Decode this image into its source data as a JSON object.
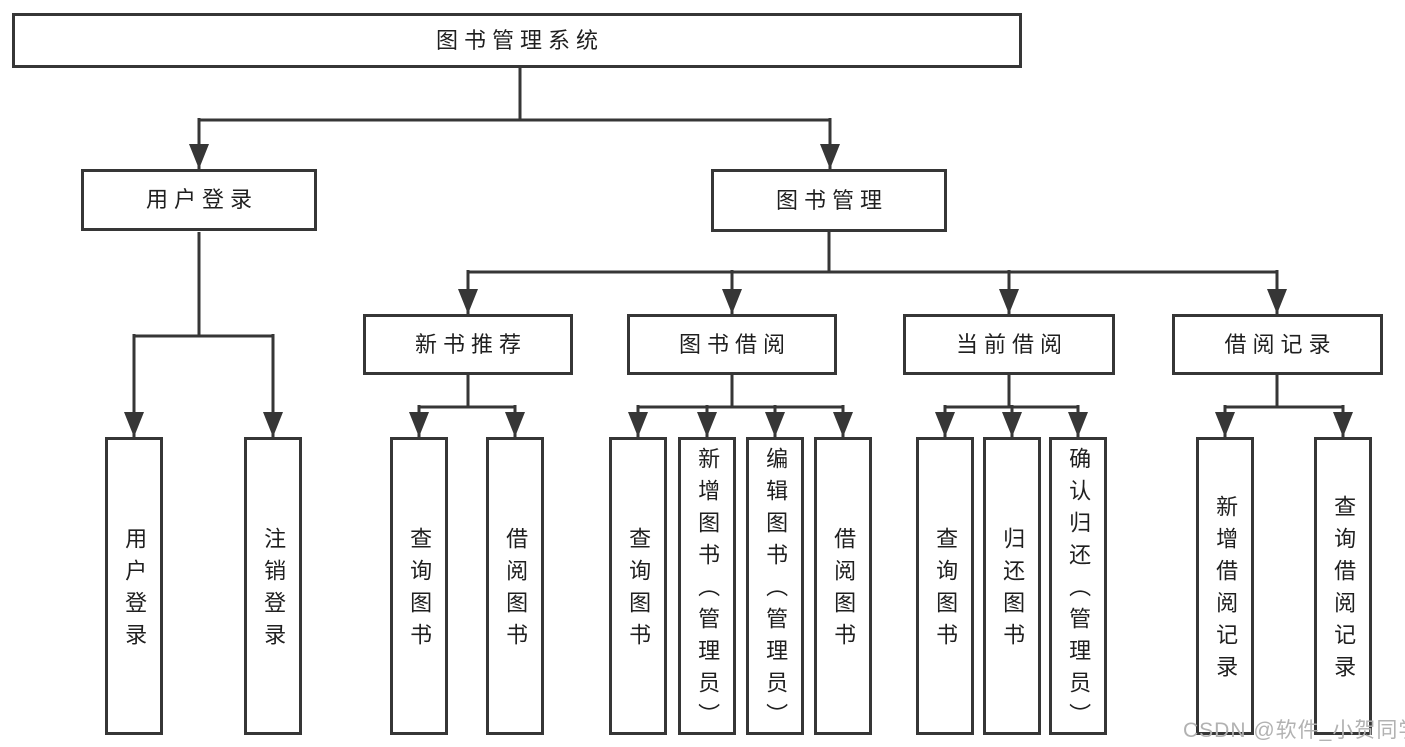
{
  "diagram": {
    "root": {
      "label": "图书管理系统"
    },
    "level2": [
      {
        "label": "用户登录"
      },
      {
        "label": "图书管理"
      }
    ],
    "level3": [
      {
        "label": "新书推荐"
      },
      {
        "label": "图书借阅"
      },
      {
        "label": "当前借阅"
      },
      {
        "label": "借阅记录"
      }
    ],
    "leaves": {
      "user_login": [
        "用户登录",
        "注销登录"
      ],
      "new_book_recommendation": [
        "查询图书",
        "借阅图书"
      ],
      "book_borrowing": [
        "查询图书",
        "新增图书（管理员）",
        "编辑图书（管理员）",
        "借阅图书"
      ],
      "current_borrowing": [
        "查询图书",
        "归还图书",
        "确认归还（管理员）"
      ],
      "borrow_records": [
        "新增借阅记录",
        "查询借阅记录"
      ]
    },
    "watermark": "CSDN @软件_小贺同学",
    "colors": {
      "line": "#363636",
      "text": "#1f1f1f",
      "watermark": "#b2b2b2",
      "background": "#ffffff"
    }
  }
}
